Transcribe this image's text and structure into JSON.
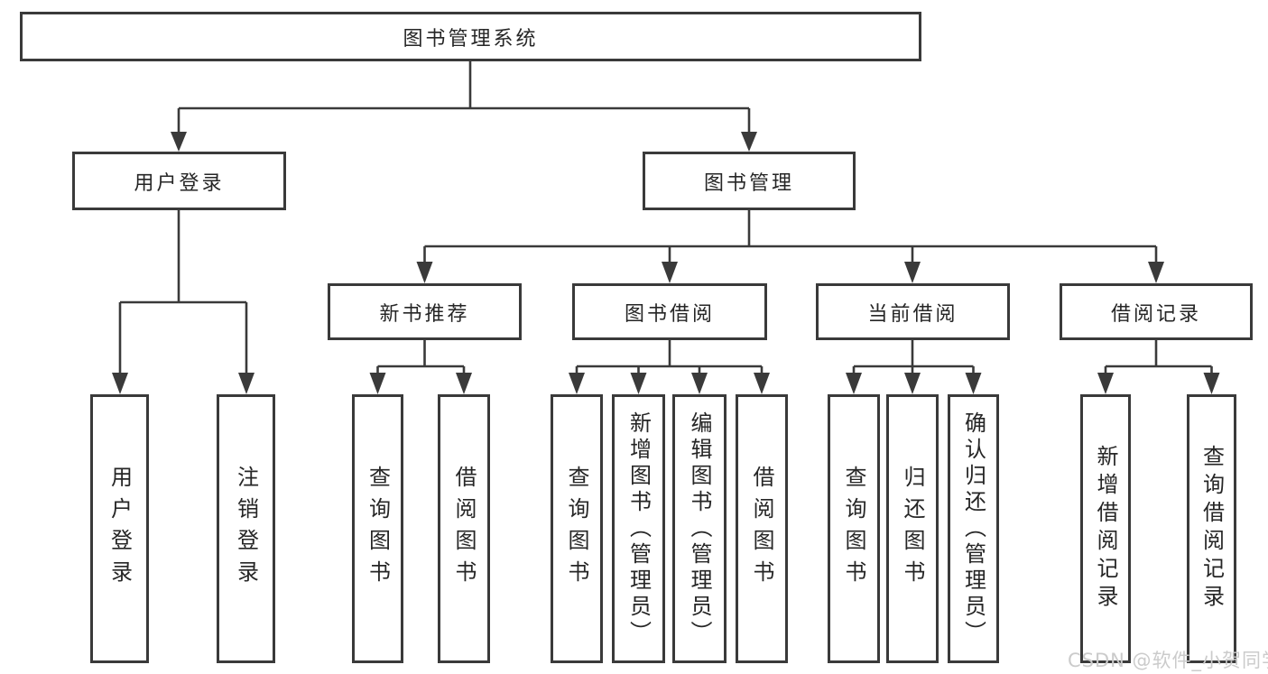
{
  "diagram": {
    "type": "hierarchy-tree",
    "root": {
      "label": "图书管理系统",
      "children": [
        {
          "label": "用户登录",
          "children": [
            {
              "label": "用户登录"
            },
            {
              "label": "注销登录"
            }
          ]
        },
        {
          "label": "图书管理",
          "children": [
            {
              "label": "新书推荐",
              "children": [
                {
                  "label": "查询图书"
                },
                {
                  "label": "借阅图书"
                }
              ]
            },
            {
              "label": "图书借阅",
              "children": [
                {
                  "label": "查询图书"
                },
                {
                  "label": "新增图书（管理员）"
                },
                {
                  "label": "编辑图书（管理员）"
                },
                {
                  "label": "借阅图书"
                }
              ]
            },
            {
              "label": "当前借阅",
              "children": [
                {
                  "label": "查询图书"
                },
                {
                  "label": "归还图书"
                },
                {
                  "label": "确认归还（管理员）"
                }
              ]
            },
            {
              "label": "借阅记录",
              "children": [
                {
                  "label": "新增借阅记录"
                },
                {
                  "label": "查询借阅记录"
                }
              ]
            }
          ]
        }
      ]
    }
  },
  "watermark": {
    "text": "CSDN @软件_小贺同学"
  },
  "colors": {
    "line": "#3a3a3a",
    "box_border": "#3a3a3a",
    "box_background": "#ffffff",
    "text": "#262626",
    "watermark": "#cbcbcb",
    "page_background": "#ffffff"
  }
}
